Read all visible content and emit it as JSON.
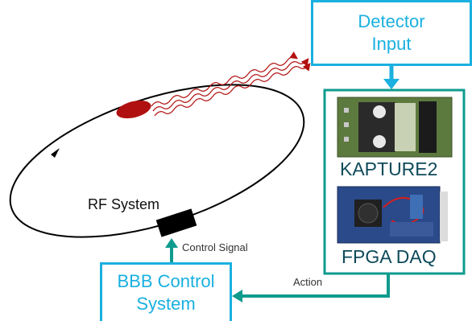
{
  "detector_box": {
    "line1": "Detector",
    "line2": "Input"
  },
  "daq_panel": {
    "kapture_label": "KAPTURE2",
    "fpga_label": "FPGA DAQ"
  },
  "ring": {
    "rf_label": "RF System"
  },
  "control_box": {
    "line1": "BBB Control",
    "line2": "System"
  },
  "arrows": {
    "control_signal": "Control Signal",
    "action": "Action"
  },
  "colors": {
    "cyan": "#1ab0e0",
    "teal": "#0f9b8e",
    "bunch": "#b01010"
  }
}
